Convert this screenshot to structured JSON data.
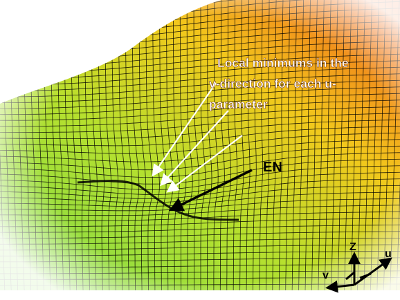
{
  "annotation": {
    "line1": "Local minimums in the",
    "line2": "v-direction for each u-",
    "line3": "parameter"
  },
  "arrow_label": "EN",
  "axes": {
    "z": "Z",
    "u": "u",
    "v": "v"
  },
  "colors": {
    "surface_top": "#f05a1a",
    "surface_mid": "#f2c81c",
    "surface_low": "#b6e02e",
    "surface_bottom": "#7edc4a",
    "grid": "#000000",
    "annotation_text": "#ffffff",
    "white_arrows": "#ffffff",
    "black_arrow": "#000000"
  }
}
